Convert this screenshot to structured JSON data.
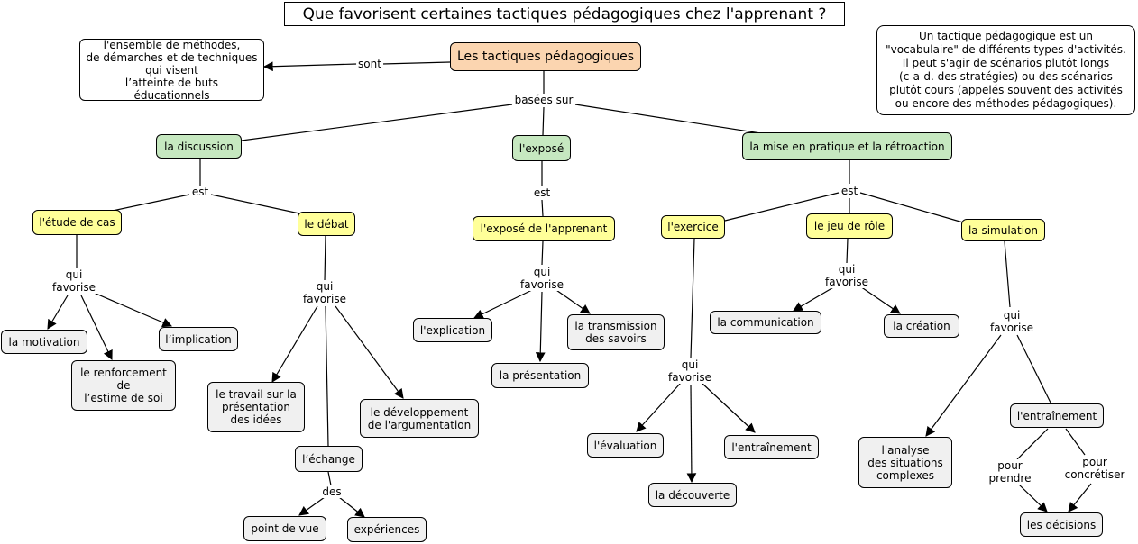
{
  "title": "Que favorisent certaines tactiques pédagogiques chez l'apprenant ?",
  "note": "Un tactique pédagogique est un\n\"vocabulaire\" de différents types d'activités.\nIl peut s'agir de scénarios plutôt longs\n(c-a-d. des stratégies) ou des scénarios\nplutôt cours (appelés souvent des activités\nou encore des méthodes pédagogiques).",
  "nodes": {
    "root": "Les tactiques pédagogiques",
    "definition": "l'ensemble de méthodes,\nde démarches et de techniques\nqui visent\nl’atteinte de buts éducationnels",
    "discussion": "la discussion",
    "expose": "l'exposé",
    "mise": "la mise en pratique et la rétroaction",
    "etude": "l'étude de cas",
    "debat": "le débat",
    "expose_app": "l'exposé de l'apprenant",
    "exercice": "l'exercice",
    "jeu": "le jeu de rôle",
    "simulation": "la simulation",
    "motivation": "la motivation",
    "implication": "l’implication",
    "renforcement": "le renforcement\nde\nl’estime de soi",
    "travail": "le travail sur la\nprésentation\ndes idées",
    "developpement": "le développement\nde l'argumentation",
    "echange": "l’échange",
    "point": "point de vue",
    "experiences": "expériences",
    "explication": "l'explication",
    "transmission": "la transmission\ndes savoirs",
    "presentation": "la présentation",
    "evaluation": "l'évaluation",
    "entrainement1": "l'entraînement",
    "decouverte": "la découverte",
    "communication": "la communication",
    "creation": "la création",
    "analyse": "l'analyse\ndes situations\ncomplexes",
    "entrainement2": "l'entraînement",
    "decisions": "les décisions"
  },
  "links": {
    "sont": "sont",
    "basees": "basées sur",
    "est1": "est",
    "est2": "est",
    "est3": "est",
    "qf_etude": "qui\nfavorise",
    "qf_debat": "qui\nfavorise",
    "qf_expose": "qui\nfavorise",
    "qf_exercice": "qui\nfavorise",
    "qf_jeu": "qui\nfavorise",
    "qf_sim": "qui\nfavorise",
    "des": "des",
    "pour_prendre": "pour\nprendre",
    "pour_concretiser": "pour\nconcrétiser"
  }
}
